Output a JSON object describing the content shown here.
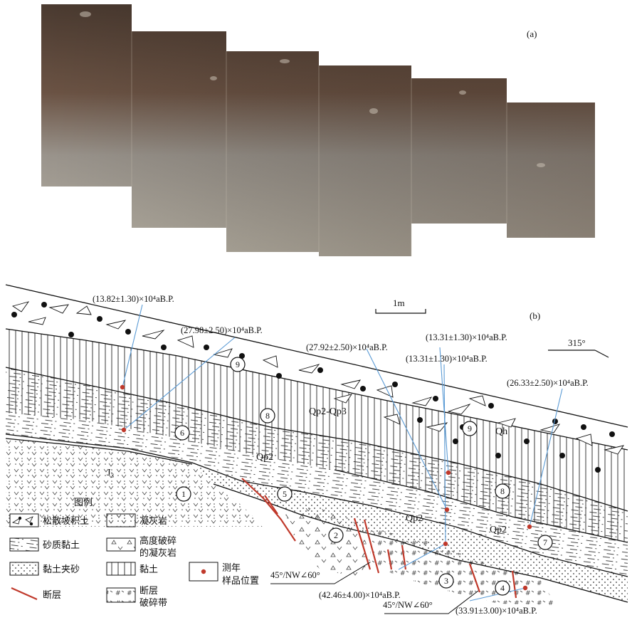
{
  "panel_a": {
    "label": "(a)"
  },
  "panel_b": {
    "label": "(b)",
    "scale_label": "1m",
    "orientation": "315°",
    "ages": [
      {
        "id": "age1",
        "text": "(13.82±1.30)×10⁴aB.P."
      },
      {
        "id": "age2",
        "text": "(27.98±2.50)×10⁴aB.P."
      },
      {
        "id": "age3",
        "text": "(27.92±2.50)×10⁴aB.P."
      },
      {
        "id": "age4",
        "text": "(13.31±1.30)×10⁴aB.P."
      },
      {
        "id": "age5",
        "text": "(13.31±1.30)×10⁴aB.P."
      },
      {
        "id": "age6",
        "text": "(26.33±2.50)×10⁴aB.P."
      },
      {
        "id": "age7",
        "text": "(42.46±4.00)×10⁴aB.P."
      },
      {
        "id": "age8",
        "text": "(33.91±3.00)×10⁴aB.P."
      }
    ],
    "units": [
      "Qp2-Qp3",
      "Qp2",
      "Qp2",
      "Qp2",
      "Qh",
      "J₃"
    ],
    "layers": [
      "1",
      "2",
      "3",
      "4",
      "5",
      "6",
      "7",
      "8",
      "8",
      "9",
      "9"
    ],
    "fault_attitudes": [
      "45°/NW∠60°",
      "45°/NW∠60°"
    ]
  },
  "legend": {
    "title": "图例",
    "items": [
      {
        "id": "colluvium",
        "label": "松散坡积土"
      },
      {
        "id": "tuff",
        "label": "凝灰岩"
      },
      {
        "id": "sandy_clay",
        "label": "砂质黏土"
      },
      {
        "id": "crushed_tuff_1",
        "label": "高度破碎"
      },
      {
        "id": "crushed_tuff_2",
        "label": "的凝灰岩"
      },
      {
        "id": "clay_sand",
        "label": "黏土夹砂"
      },
      {
        "id": "clay",
        "label": "黏土"
      },
      {
        "id": "fault",
        "label": "断层"
      },
      {
        "id": "fault_zone_1",
        "label": "断层"
      },
      {
        "id": "fault_zone_2",
        "label": "破碎带"
      },
      {
        "id": "sample_1",
        "label": "测年"
      },
      {
        "id": "sample_2",
        "label": "样品位置"
      }
    ]
  },
  "colors": {
    "fault": "#c0392b",
    "sample": "#c0392b",
    "line": "#5b9bd5"
  }
}
